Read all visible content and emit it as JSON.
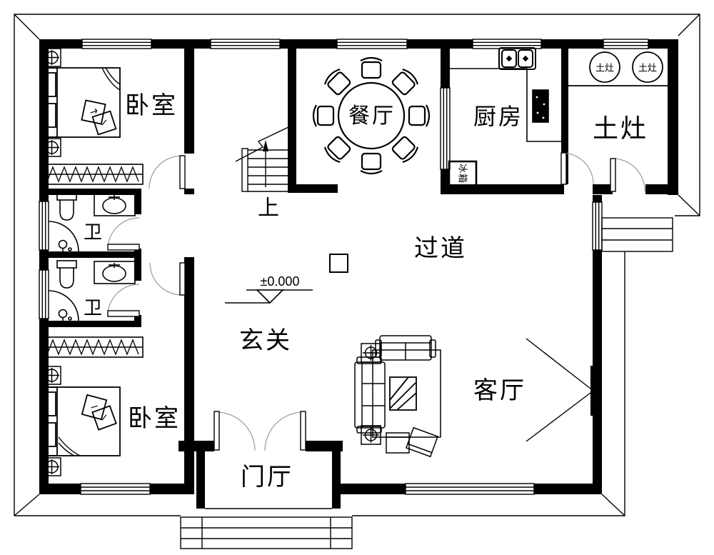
{
  "drawing_title": "single-storey house floor plan",
  "labels": {
    "bedroom_top": "卧室",
    "bedroom_bottom": "卧室",
    "bath_top": "卫",
    "bath_bottom": "卫",
    "dining": "餐厅",
    "kitchen": "厨房",
    "stove_room": "土灶",
    "stove_unit": "土灶",
    "hallway": "过道",
    "entry_hall": "玄关",
    "living_room": "客厅",
    "porch": "门厅",
    "fridge": "冰箱",
    "stairs_up": "上",
    "level_mark": "±0.000"
  },
  "colors": {
    "line": "#000000",
    "door_arc": "#9a9a9a",
    "background": "#ffffff"
  }
}
